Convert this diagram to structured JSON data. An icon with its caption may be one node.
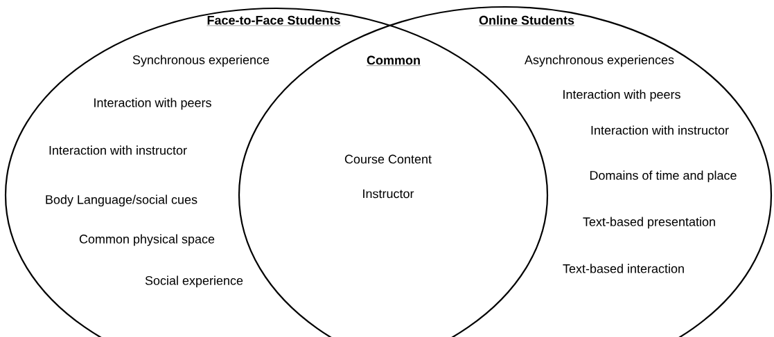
{
  "diagram": {
    "nodes": [
      {
        "text": [
          "Face-to-Face Students",
          "Synchronous experience",
          "Interaction with peers",
          "Interaction with instructor",
          "Body Language/social cues",
          "Common physical space",
          "Social experience"
        ]
      },
      {
        "text": [
          "Online Students",
          "Asynchronous experiences",
          "Interaction with peers",
          "Interaction with instructor",
          "Domains of time and place",
          "Text-based presentation",
          "Text-based interaction"
        ]
      }
    ],
    "labels": [
      "Common",
      "Course Content",
      "Instructor"
    ]
  }
}
